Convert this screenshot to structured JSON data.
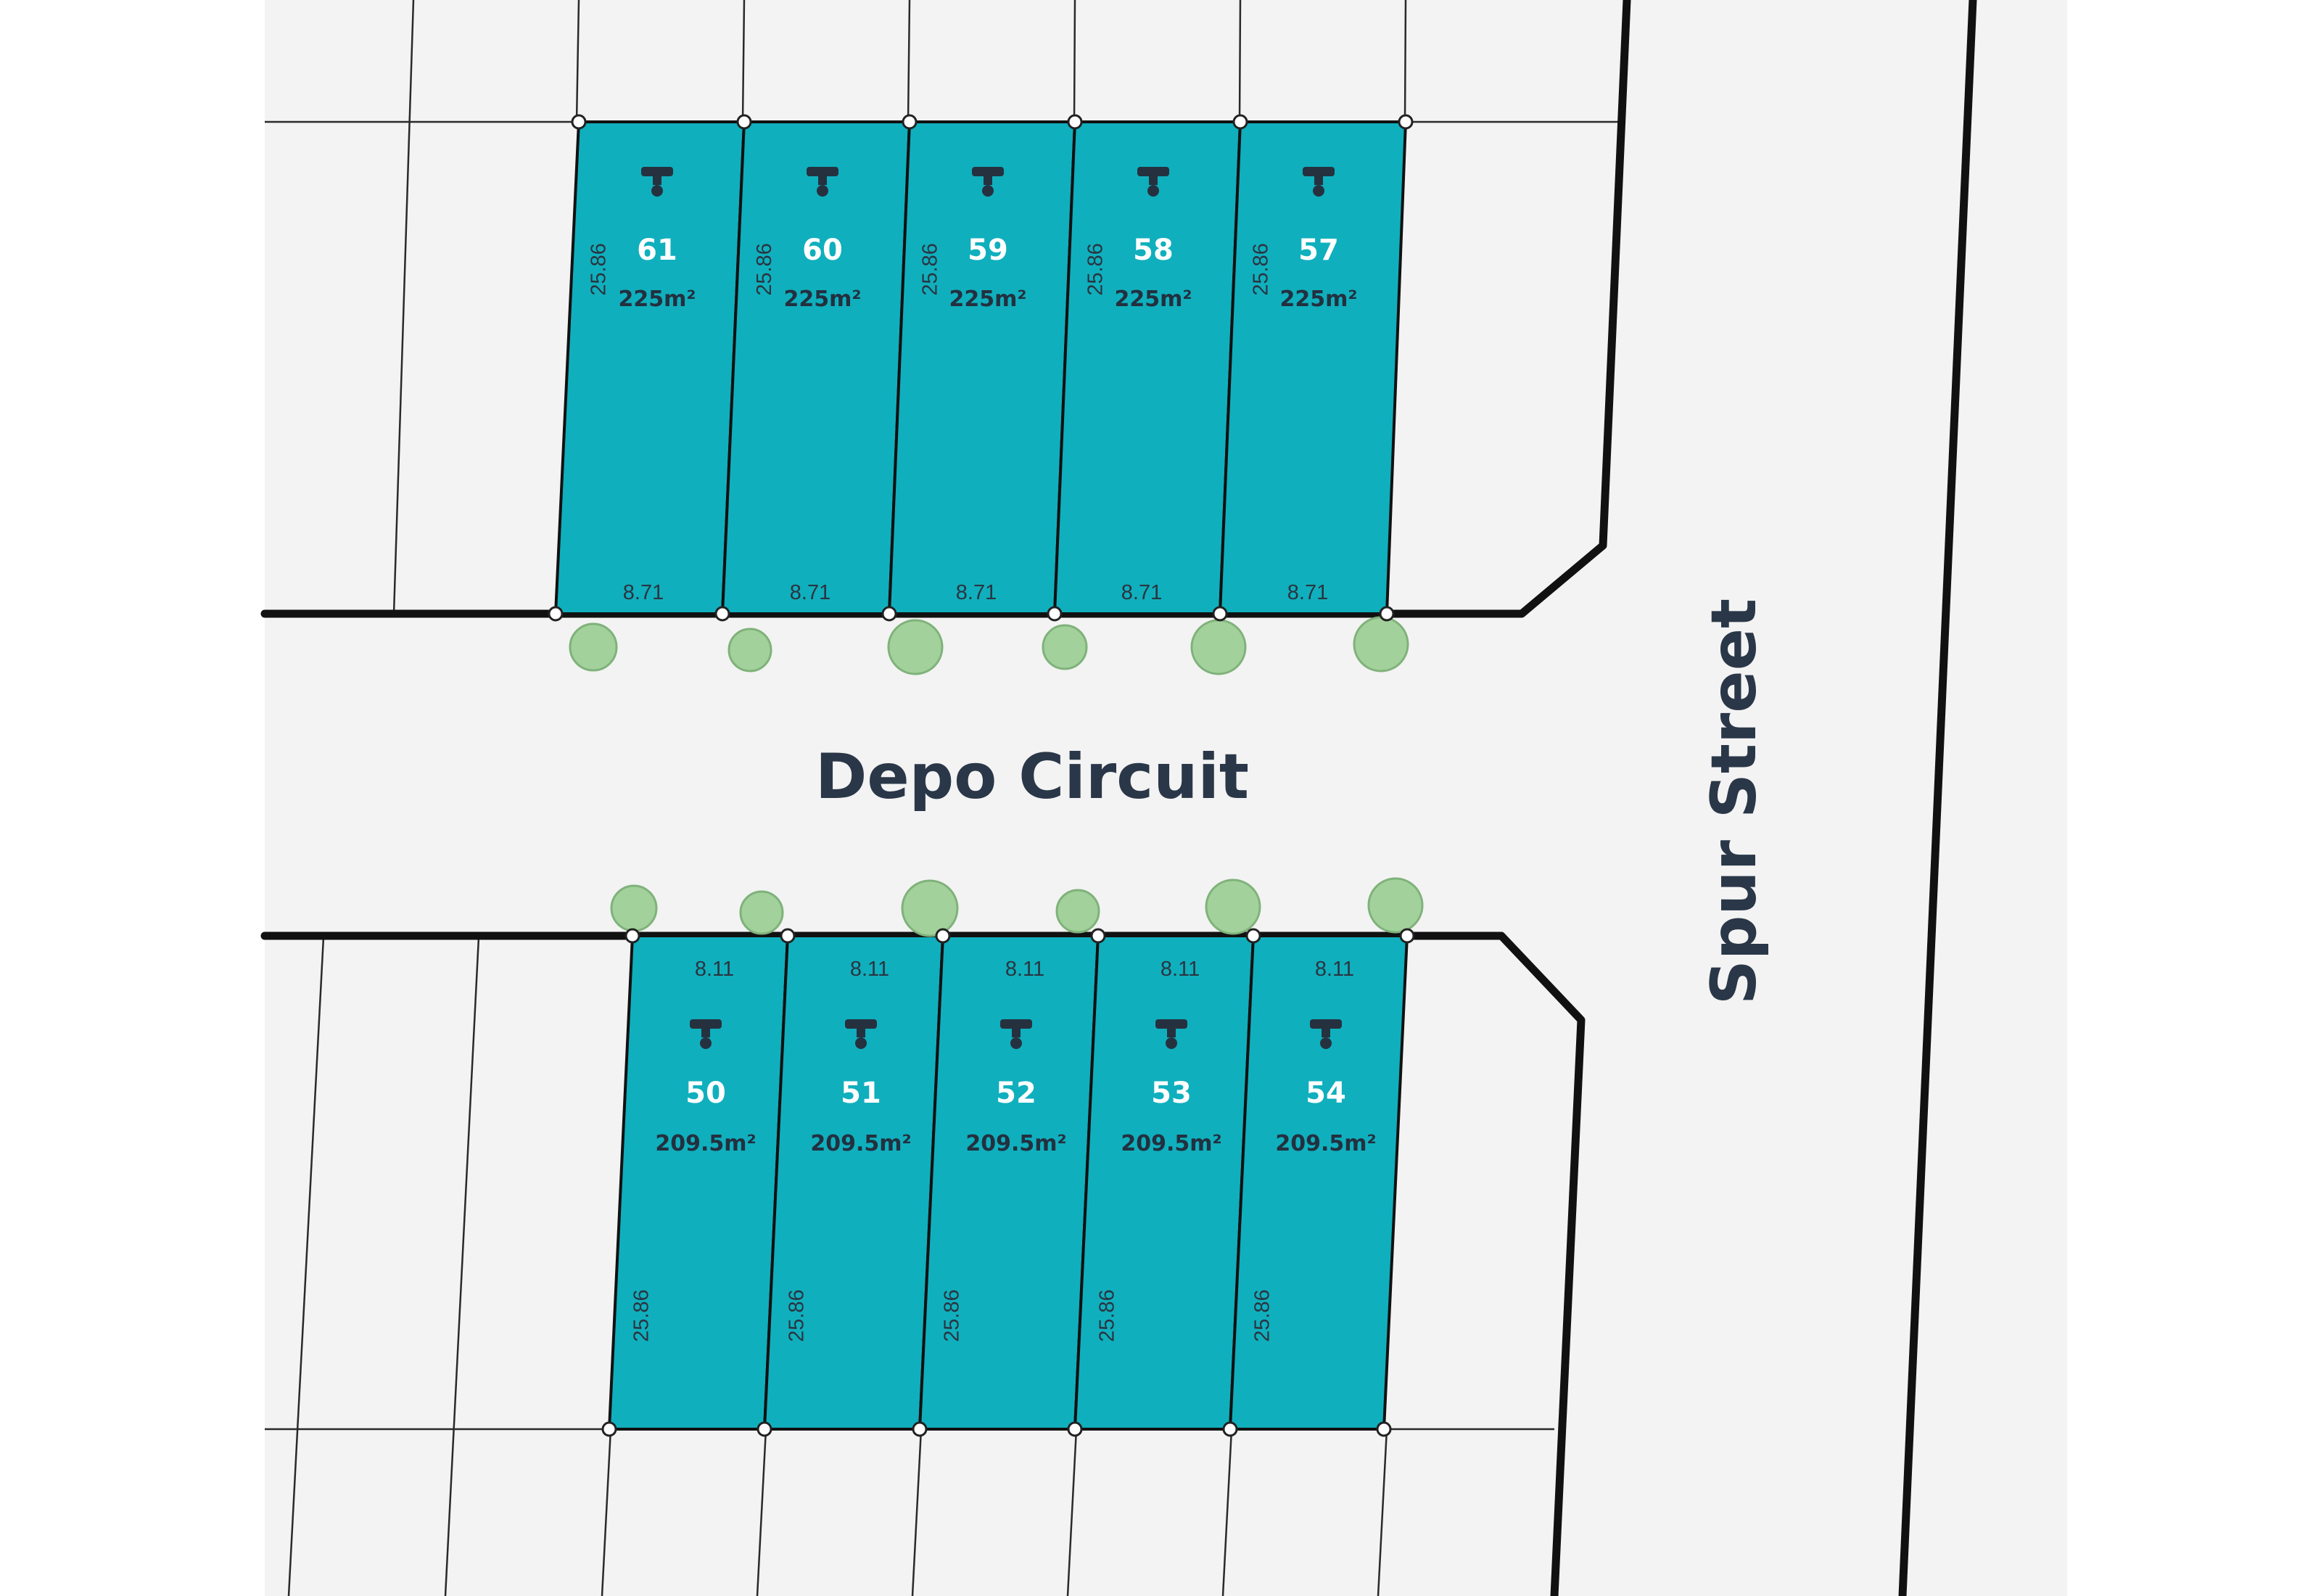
{
  "streets": {
    "depo": "Depo Circuit",
    "spur": "Spur Street"
  },
  "colors": {
    "lot_fill": "#10afbd",
    "background": "#f3f3f3",
    "tree": "#a3d19c",
    "road_edge": "#111111",
    "label_text": "#23303f"
  },
  "icons": {
    "lot_marker": "fire-hydrant-icon",
    "vertex": "survey-point-icon",
    "tree": "street-tree-icon"
  },
  "top_lots": [
    {
      "number": "61",
      "area": "225m²",
      "depth": "25.86",
      "frontage": "8.71"
    },
    {
      "number": "60",
      "area": "225m²",
      "depth": "25.86",
      "frontage": "8.71"
    },
    {
      "number": "59",
      "area": "225m²",
      "depth": "25.86",
      "frontage": "8.71"
    },
    {
      "number": "58",
      "area": "225m²",
      "depth": "25.86",
      "frontage": "8.71"
    },
    {
      "number": "57",
      "area": "225m²",
      "depth": "25.86",
      "frontage": "8.71"
    }
  ],
  "bottom_lots": [
    {
      "number": "50",
      "area": "209.5m²",
      "depth": "25.86",
      "frontage": "8.11"
    },
    {
      "number": "51",
      "area": "209.5m²",
      "depth": "25.86",
      "frontage": "8.11"
    },
    {
      "number": "52",
      "area": "209.5m²",
      "depth": "25.86",
      "frontage": "8.11"
    },
    {
      "number": "53",
      "area": "209.5m²",
      "depth": "25.86",
      "frontage": "8.11"
    },
    {
      "number": "54",
      "area": "209.5m²",
      "depth": "25.86",
      "frontage": "8.11"
    }
  ]
}
